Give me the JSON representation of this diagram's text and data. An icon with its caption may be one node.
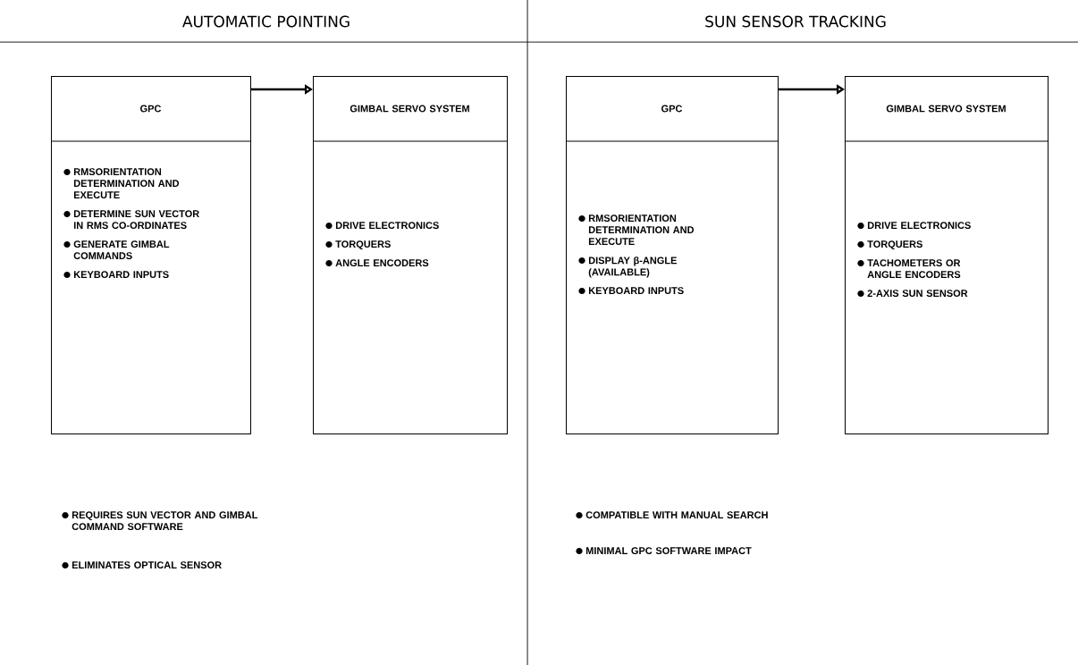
{
  "diagram": {
    "nodes": [
      {
        "text": [
          "GPC",
          "RMSORIENTATION DETERMINATION AND EXECUTE",
          "DETERMINE SUN VECTOR IN RMS CO-ORDINATES",
          "GENERATE GIMBAL COMMANDS",
          "KEYBOARD INPUTS"
        ]
      },
      {
        "text": [
          "GIMBAL SERVO SYSTEM",
          "DRIVE ELECTRONICS",
          "TORQUERS",
          "ANGLE ENCODERS"
        ]
      },
      {
        "text": [
          "GPC",
          "RMSORIENTATION DETERMINATION AND EXECUTE",
          "DISPLAY β-ANGLE (AVAILABLE)",
          "KEYBOARD INPUTS"
        ]
      },
      {
        "text": [
          "GIMBAL SERVO SYSTEM",
          "DRIVE ELECTRONICS",
          "TORQUERS",
          "TACHOMETERS OR ANGLE ENCODERS",
          "2-AXIS SUN SENSOR"
        ]
      }
    ],
    "edges": [
      {
        "from": 0,
        "to": 1,
        "arrow": "to"
      },
      {
        "from": 2,
        "to": 3,
        "arrow": "to"
      }
    ],
    "labels": [
      "AUTOMATIC POINTING",
      "SUN SENSOR TRACKING",
      "REQUIRES SUN VECTOR AND GIMBAL COMMAND SOFTWARE",
      "ELIMINATES OPTICAL SENSOR",
      "COMPATIBLE WITH MANUAL SEARCH",
      "MINIMAL GPC SOFTWARE IMPACT"
    ]
  }
}
